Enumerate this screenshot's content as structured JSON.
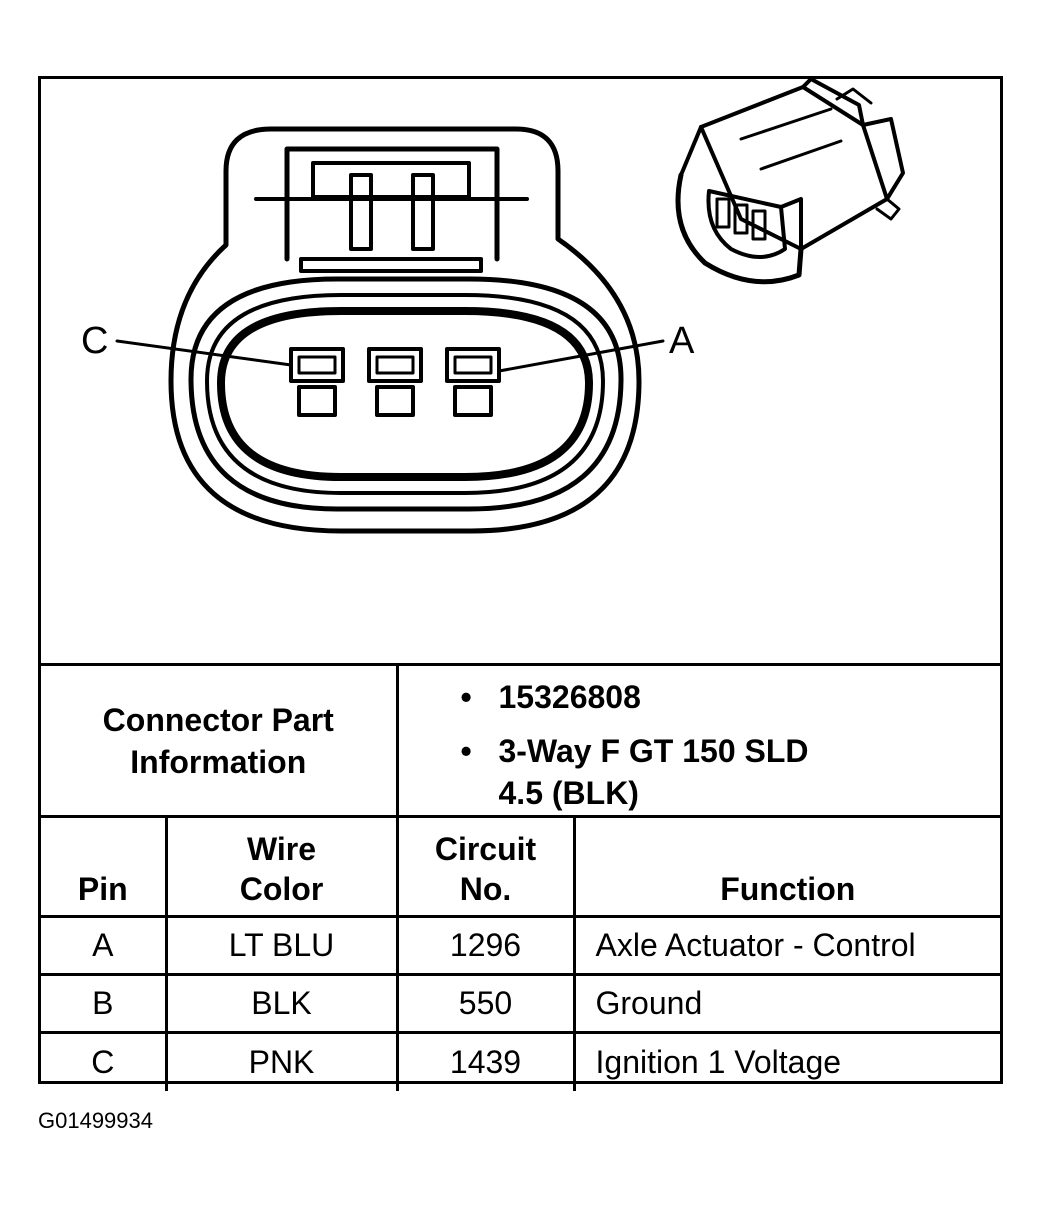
{
  "diagram": {
    "label_c": "C",
    "label_a": "A"
  },
  "connector_info": {
    "label_line1": "Connector Part",
    "label_line2": "Information",
    "items": [
      "15326808",
      "3-Way F GT 150 SLD",
      "4.5 (BLK)"
    ]
  },
  "pin_table": {
    "headers": {
      "pin": "Pin",
      "wire_line1": "Wire",
      "wire_line2": "Color",
      "circuit_line1": "Circuit",
      "circuit_line2": "No.",
      "function": "Function"
    },
    "rows": [
      {
        "pin": "A",
        "wire": "LT BLU",
        "circuit": "1296",
        "function": "Axle Actuator - Control"
      },
      {
        "pin": "B",
        "wire": "BLK",
        "circuit": "550",
        "function": "Ground"
      },
      {
        "pin": "C",
        "wire": "PNK",
        "circuit": "1439",
        "function": "Ignition 1 Voltage"
      }
    ]
  },
  "figure_id": "G01499934"
}
